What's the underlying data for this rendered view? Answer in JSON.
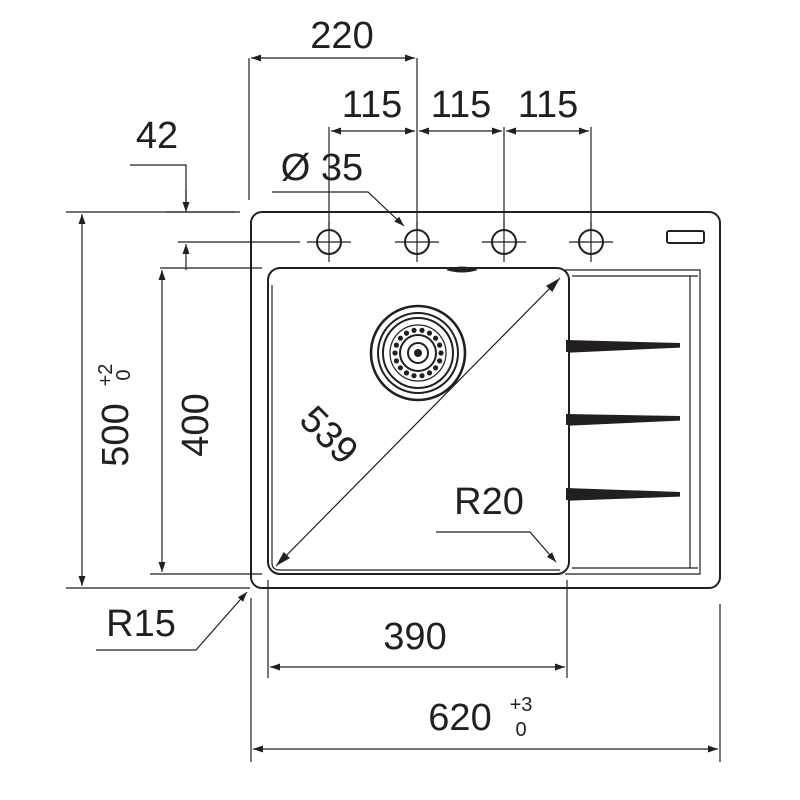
{
  "dimensions": {
    "top_width": "220",
    "hole_spacing_1": "115",
    "hole_spacing_2": "115",
    "hole_spacing_3": "115",
    "edge_offset": "42",
    "hole_diameter": "Ø 35",
    "overall_height": "500",
    "overall_height_tol_upper": "+2",
    "overall_height_tol_lower": "0",
    "bowl_height": "400",
    "diagonal": "539",
    "inner_radius": "R20",
    "outer_radius": "R15",
    "bowl_width": "390",
    "overall_width": "620",
    "overall_width_tol_upper": "+3",
    "overall_width_tol_lower": "0"
  },
  "colors": {
    "line": "#231f20",
    "background": "#ffffff"
  }
}
